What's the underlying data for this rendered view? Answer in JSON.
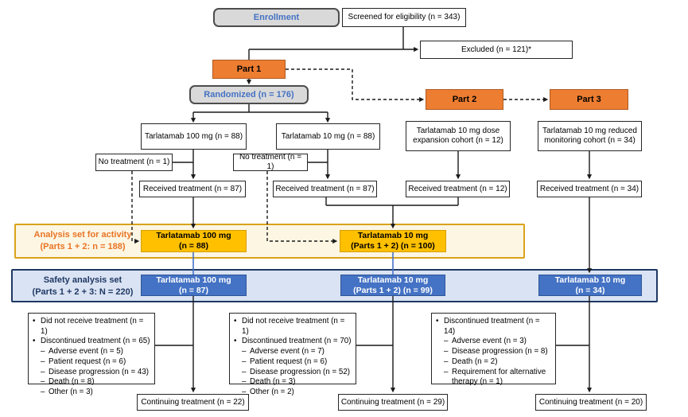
{
  "colors": {
    "orange_fill": "#ED7D31",
    "orange_border": "#AE5A21",
    "gray_fill": "#D9D9D9",
    "gray_box_text_blue": "#4472C4",
    "gold_fill": "#FFC000",
    "activity_band_fill": "#FDF6E3",
    "activity_band_border": "#D9A21B",
    "activity_label_orange": "#E87424",
    "safety_band_fill": "#DAE3F3",
    "safety_band_border": "#1F3864",
    "safety_box_fill": "#4472C4",
    "connector_black": "#1A1A1A",
    "connector_blue": "#4472C4"
  },
  "flow": {
    "enrollment": "Enrollment",
    "screened": "Screened for eligibility (n = 343)",
    "excluded": "Excluded (n = 121)*",
    "part1": "Part 1",
    "part2": "Part 2",
    "part3": "Part 3",
    "randomized": "Randomized (n = 176)",
    "arm_100mg": "Tarlatamab 100 mg (n = 88)",
    "arm_10mg": "Tarlatamab 10 mg (n = 88)",
    "arm_expansion": "Tarlatamab 10 mg dose expansion cohort (n = 12)",
    "arm_reduced": "Tarlatamab 10 mg reduced monitoring cohort (n = 34)",
    "no_treatment_100": "No treatment (n = 1)",
    "no_treatment_10": "No treatment (n = 1)",
    "received_100": "Received treatment (n = 87)",
    "received_10": "Received treatment (n = 87)",
    "received_expansion": "Received treatment (n = 12)",
    "received_reduced": "Received treatment (n = 34)"
  },
  "activity_band": {
    "label_line1": "Analysis set for activity",
    "label_line2": "(Parts 1 + 2: n = 188)",
    "box_100": {
      "line1": "Tarlatamab 100 mg",
      "line2": "(n = 88)"
    },
    "box_10": {
      "line1": "Tarlatamab 10 mg",
      "line2": "(Parts 1 + 2)  (n = 100)"
    }
  },
  "safety_band": {
    "label_line1": "Safety analysis set",
    "label_line2": "(Parts 1 + 2 + 3: N = 220)",
    "box_100": {
      "line1": "Tarlatamab 100 mg",
      "line2": "(n = 87)"
    },
    "box_10": {
      "line1": "Tarlatamab 10 mg",
      "line2": "(Parts 1 + 2) (n = 99)"
    },
    "box_reduced": {
      "line1": "Tarlatamab 10 mg",
      "line2": "(n = 34)"
    }
  },
  "outcomes": {
    "col_100": [
      {
        "bullet": "•",
        "text": "Did not receive treatment (n = 1)",
        "level": 0
      },
      {
        "bullet": "•",
        "text": "Discontinued treatment (n = 65)",
        "level": 0
      },
      {
        "bullet": "–",
        "text": "Adverse event (n = 5)",
        "level": 1
      },
      {
        "bullet": "–",
        "text": "Patient request (n = 6)",
        "level": 1
      },
      {
        "bullet": "–",
        "text": "Disease progression (n = 43)",
        "level": 1
      },
      {
        "bullet": "–",
        "text": "Death (n = 8)",
        "level": 1
      },
      {
        "bullet": "–",
        "text": "Other (n = 3)",
        "level": 1
      }
    ],
    "col_10": [
      {
        "bullet": "•",
        "text": "Did not receive treatment (n = 1)",
        "level": 0
      },
      {
        "bullet": "•",
        "text": "Discontinued treatment (n = 70)",
        "level": 0
      },
      {
        "bullet": "–",
        "text": "Adverse event (n = 7)",
        "level": 1
      },
      {
        "bullet": "–",
        "text": "Patient request (n = 6)",
        "level": 1
      },
      {
        "bullet": "–",
        "text": "Disease progression (n = 52)",
        "level": 1
      },
      {
        "bullet": "–",
        "text": "Death (n = 3)",
        "level": 1
      },
      {
        "bullet": "–",
        "text": "Other (n = 2)",
        "level": 1
      }
    ],
    "col_reduced": [
      {
        "bullet": "•",
        "text": "Discontinued treatment (n = 14)",
        "level": 0
      },
      {
        "bullet": "–",
        "text": "Adverse event (n = 3)",
        "level": 1
      },
      {
        "bullet": "–",
        "text": "Disease progression (n = 8)",
        "level": 1
      },
      {
        "bullet": "–",
        "text": "Death (n = 2)",
        "level": 1
      },
      {
        "bullet": "–",
        "text": "Requirement for alternative therapy (n = 1)",
        "level": 1
      }
    ]
  },
  "continuing": {
    "col_100": "Continuing treatment (n = 22)",
    "col_10": "Continuing treatment (n = 29)",
    "col_reduced": "Continuing treatment (n = 20)"
  }
}
